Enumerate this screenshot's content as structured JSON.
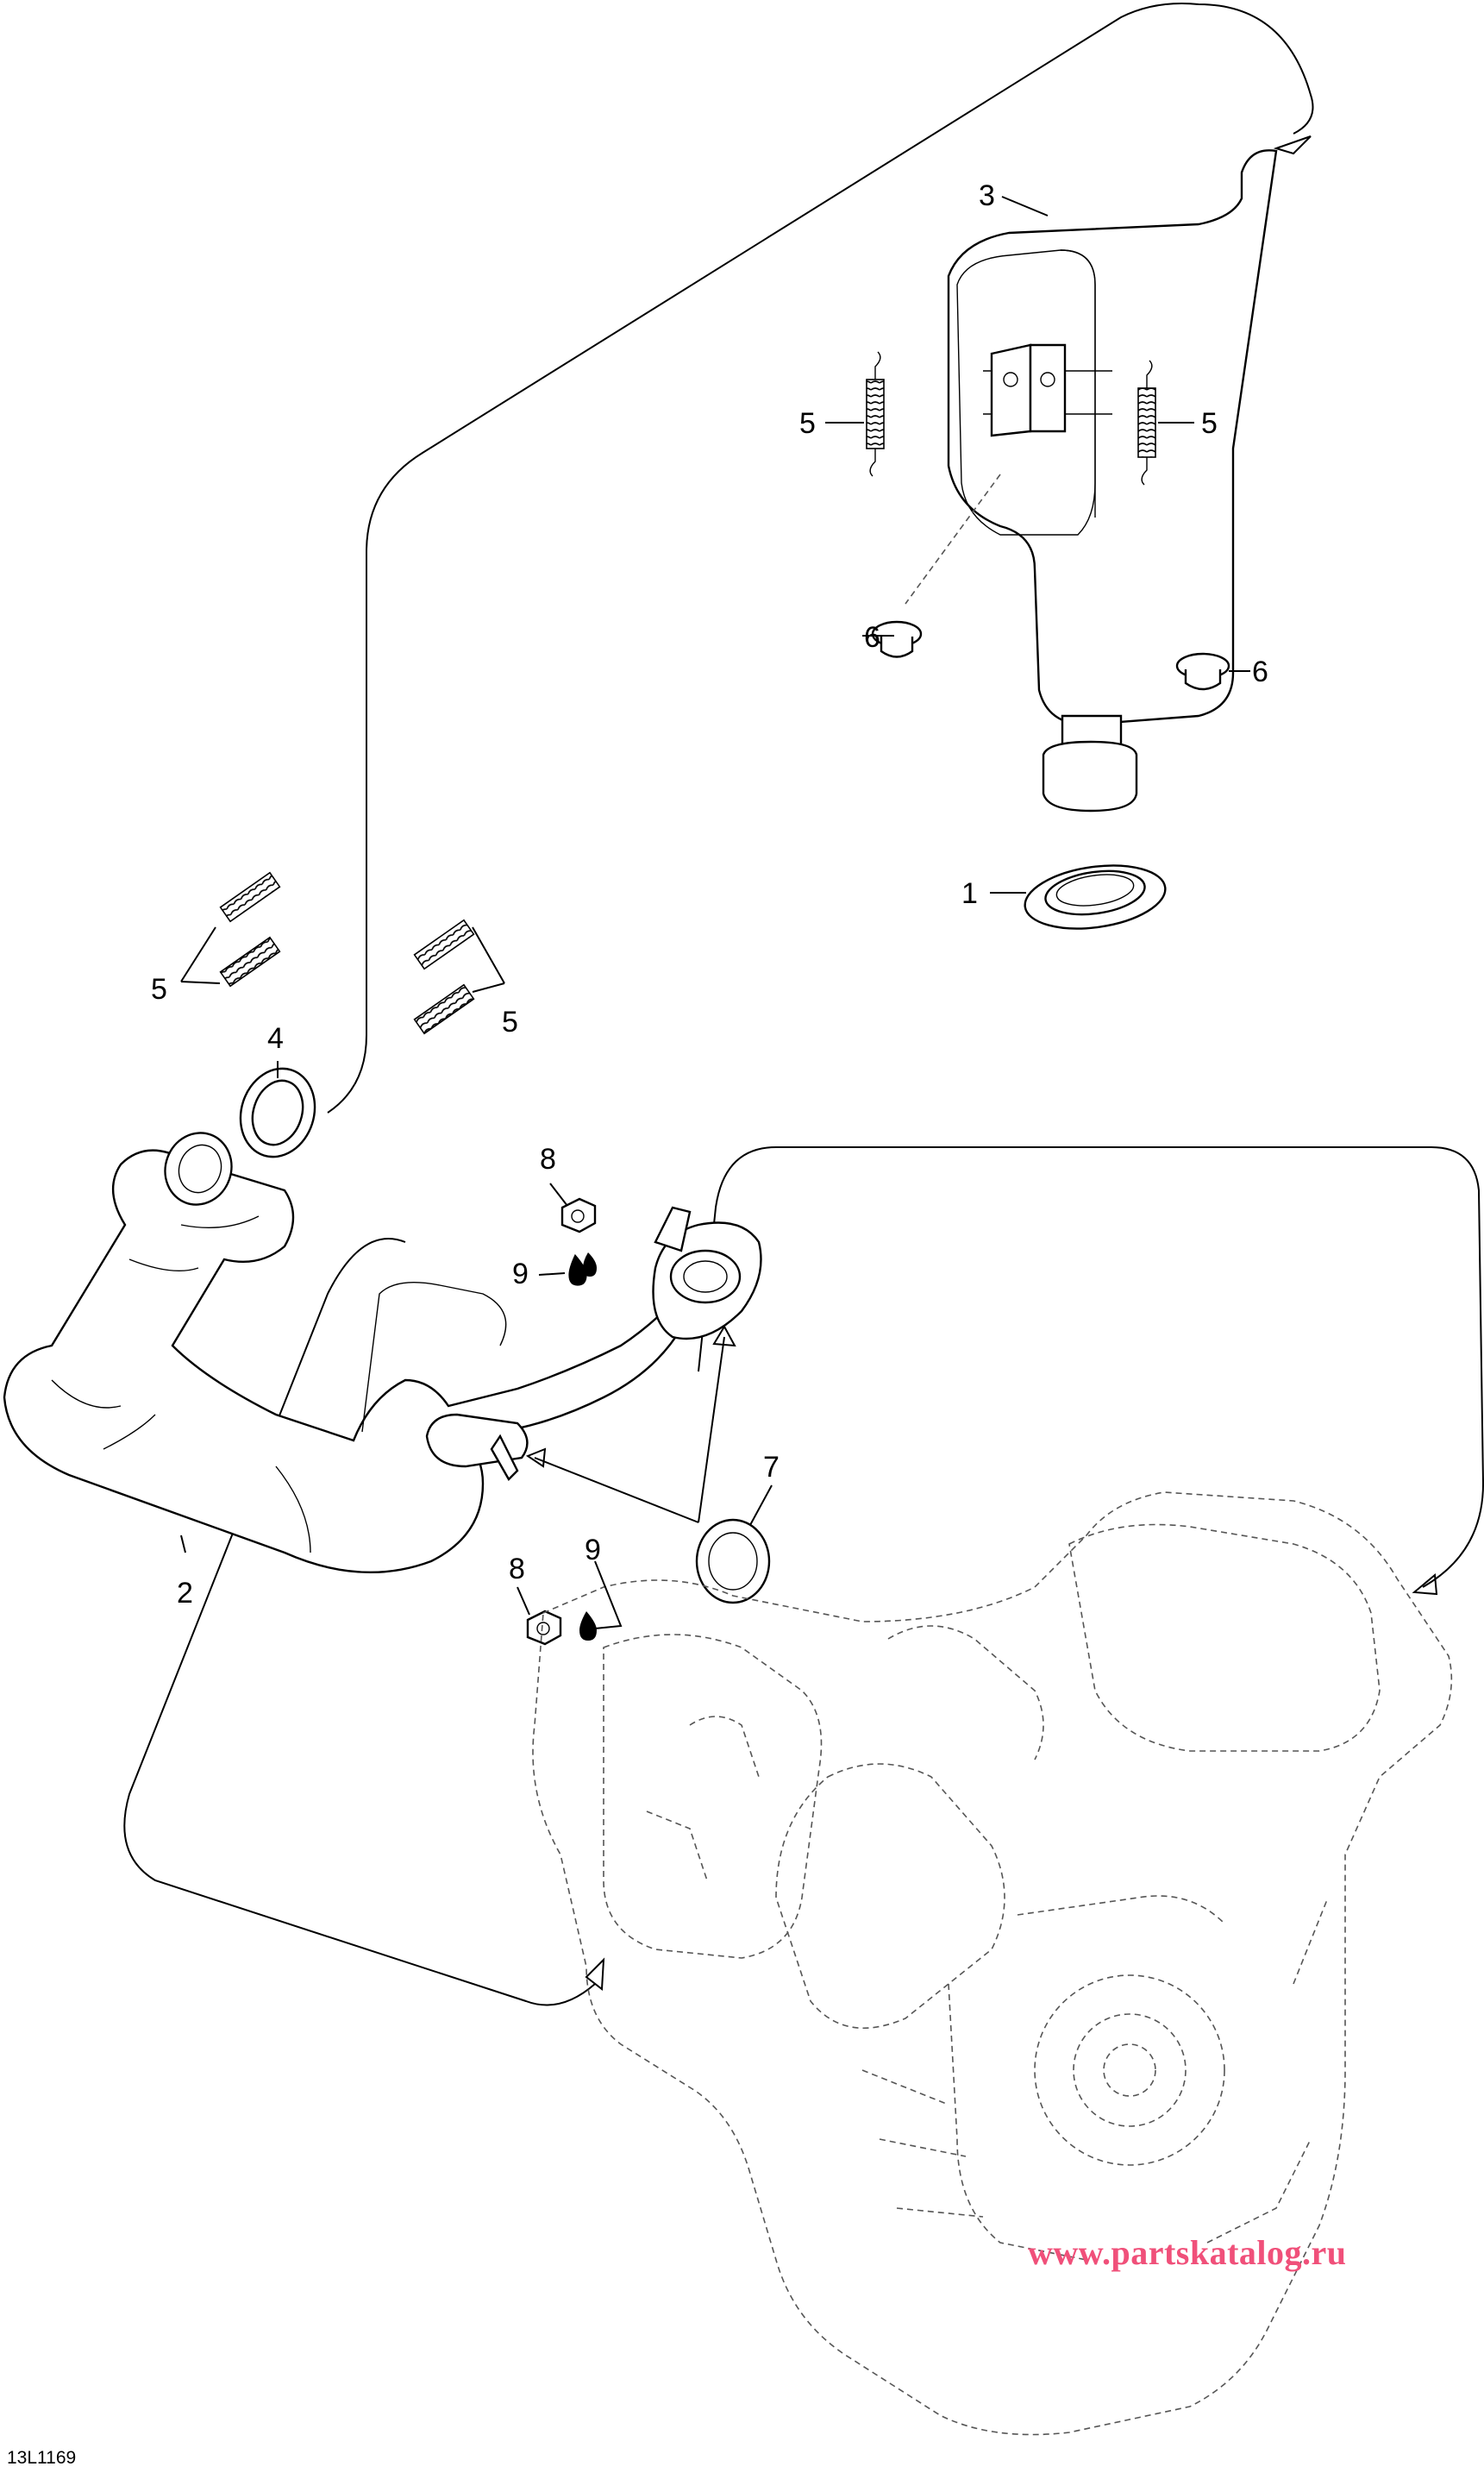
{
  "diagram": {
    "drawing_id": "13L1169",
    "watermark": "www.partskatalog.ru",
    "callouts": {
      "c1": "1",
      "c2": "2",
      "c3": "3",
      "c4": "4",
      "c5a": "5",
      "c5b": "5",
      "c5c": "5",
      "c5d": "5",
      "c6a": "6",
      "c6b": "6",
      "c7": "7",
      "c8a": "8",
      "c8b": "8",
      "c9a": "9",
      "c9b": "9"
    }
  },
  "parts": [
    {
      "ref": "1",
      "icon": "exhaust-gasket-ring-icon"
    },
    {
      "ref": "2",
      "icon": "exhaust-manifold-pipe-icon"
    },
    {
      "ref": "3",
      "icon": "muffler-icon"
    },
    {
      "ref": "4",
      "icon": "pipe-seal-ring-icon"
    },
    {
      "ref": "5",
      "icon": "tension-spring-icon"
    },
    {
      "ref": "6",
      "icon": "rubber-damper-icon"
    },
    {
      "ref": "7",
      "icon": "flange-gasket-icon"
    },
    {
      "ref": "8",
      "icon": "flange-nut-icon"
    },
    {
      "ref": "9",
      "icon": "thread-locker-drop-icon"
    }
  ]
}
